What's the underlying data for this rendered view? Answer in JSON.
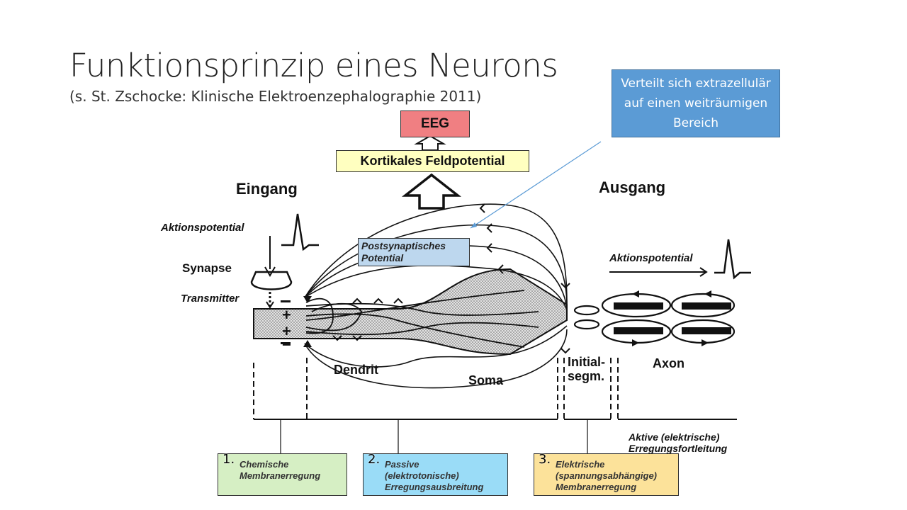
{
  "slide": {
    "title": "Funktionsprinzip eines Neurons",
    "subtitle": "(s. St. Zschocke: Klinische Elektroenzephalographie 2011)",
    "callout": "Verteilt sich extrazellulär auf einen weiträumigen Bereich"
  },
  "diagram": {
    "eeg": "EEG",
    "field_potential": "Kortikales Feldpotential",
    "input": "Eingang",
    "output": "Ausgang",
    "action_potential_in": "Aktionspotential",
    "synapse": "Synapse",
    "transmitter": "Transmitter",
    "postsynaptic": "Postsynaptisches Potential",
    "action_potential_out": "Aktionspotential",
    "dendrite": "Dendrit",
    "soma": "Soma",
    "initial_segment": "Initial-\nsegm.",
    "axon": "Axon",
    "active_conduction": "Aktive (elektrische)\nErregungsfortleitung",
    "minus": "−",
    "plus": "+"
  },
  "stages": [
    {
      "number": "1.",
      "text": "Chemische\nMembranerregung",
      "color": "#d6efc4"
    },
    {
      "number": "2.",
      "text": "Passive\n(elektrotonische)\nErregungsausbreitung",
      "color": "#9adcf7"
    },
    {
      "number": "3.",
      "text": "Elektrische\n(spannungsabhängige)\nMembranerregung",
      "color": "#fce29a"
    }
  ]
}
